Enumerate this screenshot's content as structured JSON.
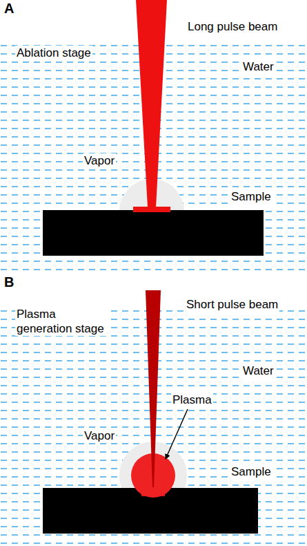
{
  "diagram": {
    "labels": [
      "A",
      "Ablation stage",
      "Long pulse beam",
      "Water",
      "Vapor",
      "Sample",
      "B",
      "Plasma generation stage",
      "Short pulse beam",
      "Water",
      "Plasma",
      "Vapor",
      "Sample"
    ]
  }
}
